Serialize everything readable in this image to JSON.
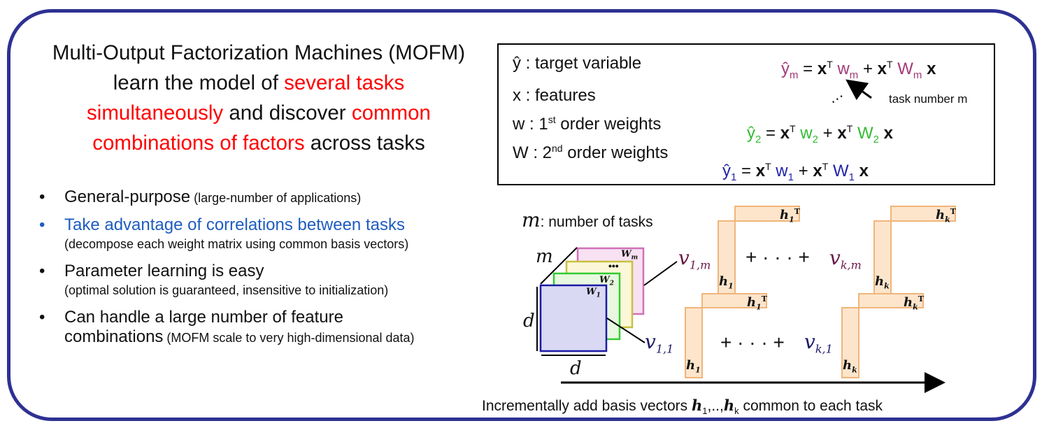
{
  "title": {
    "line1": "Multi-Output Factorization Machines (MOFM)",
    "line2_a": "learn the model of ",
    "line2_b": "several tasks",
    "line3_a": "simultaneously",
    "line3_b": " and discover ",
    "line3_c": "common",
    "line4_a": "combinations of factors",
    "line4_b": " across tasks"
  },
  "bullets": [
    {
      "marker": "•",
      "main": "General-purpose",
      "small": " (large-number of applications)"
    },
    {
      "marker": "•",
      "main": "Take advantage of correlations between tasks",
      "small": "(decompose each weight matrix using common basis vectors)"
    },
    {
      "marker": "•",
      "main": "Parameter learning is easy",
      "small": "(optimal solution is guaranteed, insensitive to initialization)"
    },
    {
      "marker": "•",
      "main_a": "Can handle a large number of feature",
      "main_b": "combinations",
      "small": " (MOFM scale to very high-dimensional data)"
    }
  ],
  "definitions": {
    "yhat": "ŷ : target variable",
    "x": "x : features",
    "w_a": "w : 1",
    "w_sup": "st",
    "w_b": " order weights",
    "W_a": "W : 2",
    "W_sup": "nd",
    "W_b": " order weights"
  },
  "equations": {
    "task_number": "task number m",
    "ellipsis": "…",
    "eq_m": {
      "lhs": "ŷ",
      "sub": "m"
    },
    "eq_2": {
      "lhs": "ŷ",
      "sub": "2"
    },
    "eq_1": {
      "lhs": "ŷ",
      "sub": "1"
    },
    "x_bold": "x",
    "T": "T",
    "eq": " = ",
    "plus": " + ",
    "w": "w",
    "W": "W"
  },
  "diagram": {
    "m_label": "m",
    "m_text": ": number of tasks",
    "matrix_labels": [
      "W",
      "W",
      "W"
    ],
    "matrix_subs": [
      "1",
      "2",
      "m"
    ],
    "matrix_dots": "•••",
    "d": "d",
    "m": "m",
    "v_1m": "v",
    "v_1m_sub": "1,m",
    "v_km": "v",
    "v_km_sub": "k,m",
    "v_11": "v",
    "v_11_sub": "1,1",
    "v_k1": "v",
    "v_k1_sub": "k,1",
    "plus_dots": "+ · · · +",
    "h": "h",
    "h1_sub": "1",
    "hk_sub": "k",
    "T": "T"
  },
  "bottom": {
    "a": "Incrementally add basis vectors ",
    "h": "h",
    "sub1": "1",
    "mid": ",..,",
    "subk": "k",
    "b": " common to each task"
  },
  "colors": {
    "frame": "#2e3192",
    "red": "#ff0000",
    "blue": "#1f5cbf",
    "orange_fill": "#fde5cc",
    "orange_stroke": "#f0b57a"
  }
}
